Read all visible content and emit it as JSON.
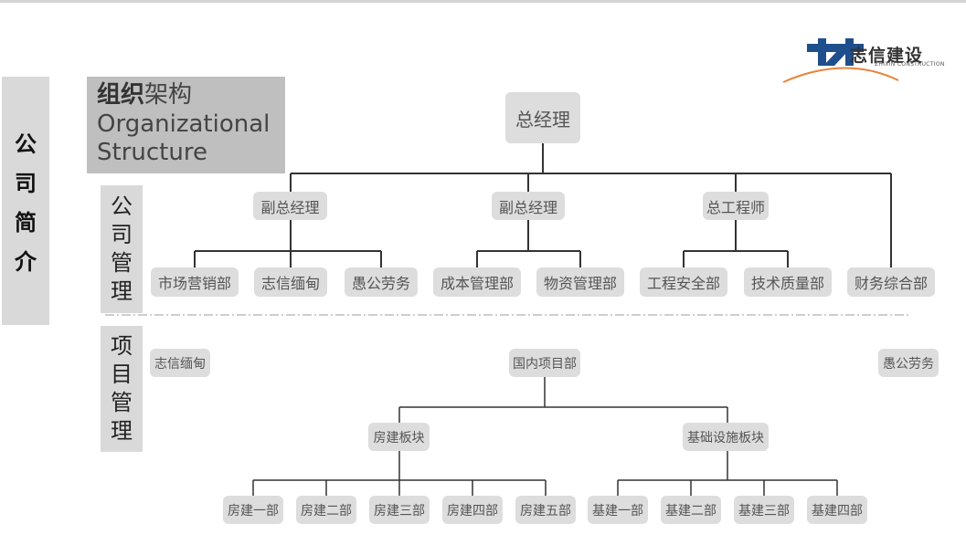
{
  "logo": {
    "name": "志信建设",
    "english": "ZHIXIN CONSTRUCTION"
  },
  "side_tab": {
    "chars": [
      "公",
      "司",
      "简",
      "介"
    ]
  },
  "title": {
    "cn_bold": "组织",
    "cn_rest": "架构",
    "en_line1": "Organizational",
    "en_line2": "Structure"
  },
  "company_mgmt": {
    "label_chars": [
      "公",
      "司",
      "管",
      "理"
    ],
    "root": "总经理",
    "deputy1": "副总经理",
    "deputy2": "副总经理",
    "chief_engineer": "总工程师",
    "departments": {
      "marketing": "市场营销部",
      "zhixin": "志信缅甸",
      "yugong": "愚公劳务",
      "cost": "成本管理部",
      "materials": "物资管理部",
      "safety": "工程安全部",
      "quality": "技术质量部",
      "finance": "财务综合部"
    }
  },
  "project_mgmt": {
    "label_chars": [
      "项",
      "目",
      "管",
      "理"
    ],
    "zhixin": "志信缅甸",
    "domestic": "国内项目部",
    "yugong": "愚公劳务",
    "housing_block": "房建板块",
    "infra_block": "基础设施板块",
    "housing": [
      "房建一部",
      "房建二部",
      "房建三部",
      "房建四部",
      "房建五部"
    ],
    "infra": [
      "基建一部",
      "基建二部",
      "基建三部",
      "基建四部"
    ]
  }
}
